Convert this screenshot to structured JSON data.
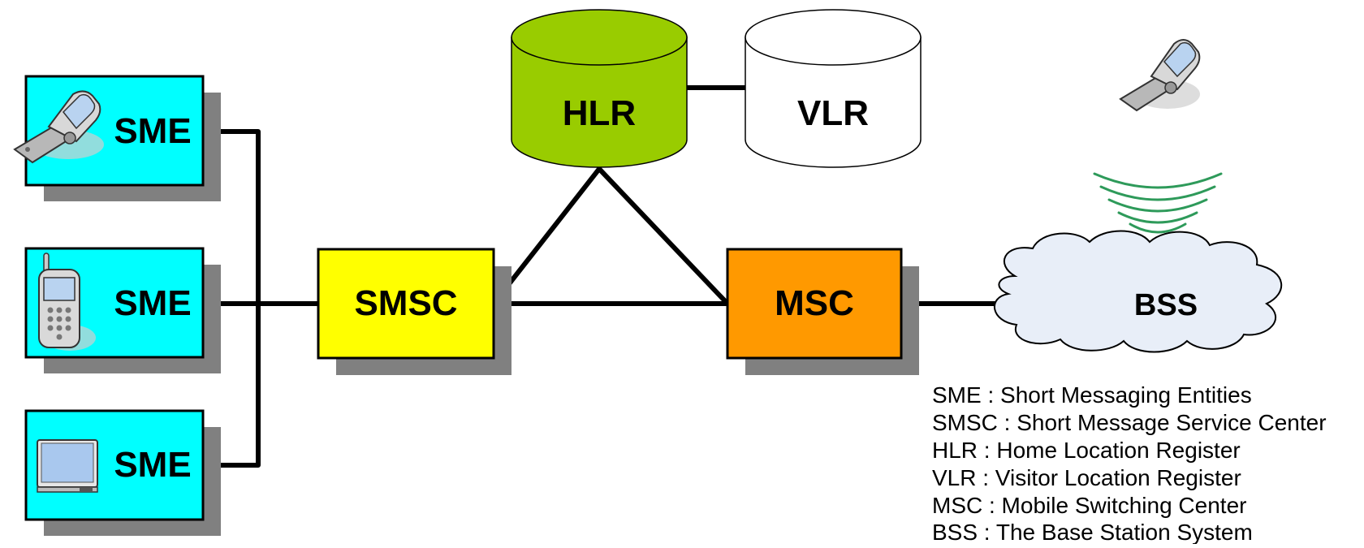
{
  "nodes": {
    "sme_phone_flip": "SME",
    "sme_phone_candybar": "SME",
    "sme_tv": "SME",
    "smsc": "SMSC",
    "hlr": "HLR",
    "vlr": "VLR",
    "msc": "MSC",
    "bss": "BSS"
  },
  "legend": [
    "SME : Short Messaging Entities",
    "SMSC : Short Message Service Center",
    "HLR : Home Location Register",
    "VLR : Visitor Location Register",
    "MSC : Mobile Switching Center",
    "BSS : The Base Station System"
  ],
  "colors": {
    "sme_fill": "#00ffff",
    "smsc_fill": "#ffff00",
    "msc_fill": "#ff9900",
    "hlr_fill": "#99cc00",
    "vlr_fill": "#ffffff",
    "bss_fill": "#e8eef8",
    "shadow": "#808080",
    "wave": "#2e9a5a",
    "line": "#000000"
  }
}
